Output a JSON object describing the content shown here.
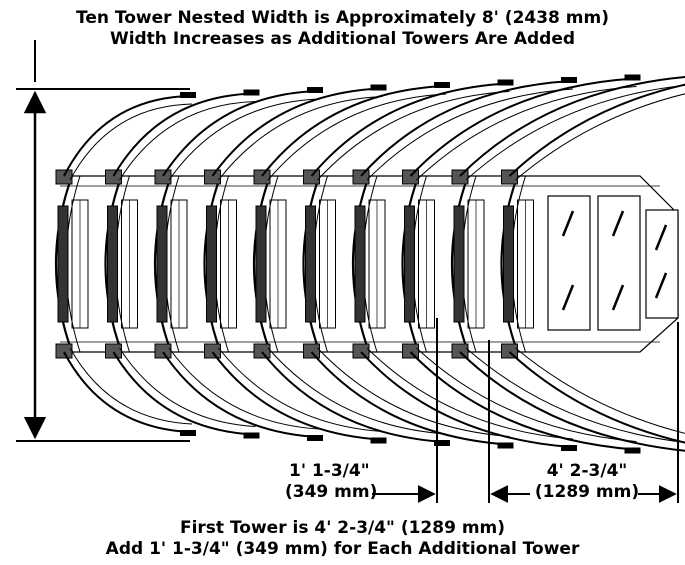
{
  "top_caption": {
    "line1": "Ten Tower Nested Width is Approximately 8' (2438 mm)",
    "line2": "Width Increases as Additional Towers Are Added"
  },
  "bottom_caption": {
    "line1": "First Tower is 4' 2-3/4\" (1289 mm)",
    "line2": "Add 1' 1-3/4\" (349 mm) for Each Additional Tower"
  },
  "dimension_each": {
    "line1": "1' 1-3/4\"",
    "line2": "(349 mm)"
  },
  "dimension_first": {
    "line1": "4' 2-3/4\"",
    "line2": "(1289 mm)"
  },
  "tower_count": 10
}
